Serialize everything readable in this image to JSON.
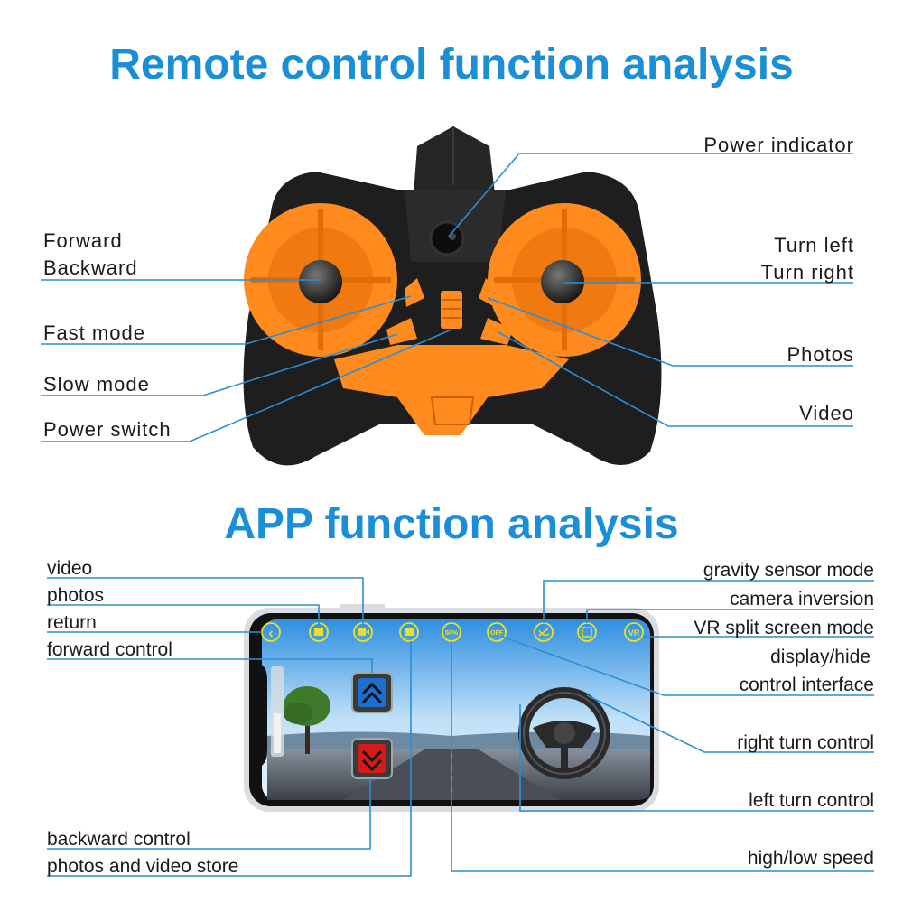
{
  "titles": {
    "remote": "Remote control function analysis",
    "app": "APP function analysis"
  },
  "remote_labels": {
    "power_indicator": "Power indicator",
    "forward": "Forward",
    "backward": "Backward",
    "turn_left": "Turn left",
    "turn_right": "Turn right",
    "fast_mode": "Fast mode",
    "photos": "Photos",
    "slow_mode": "Slow mode",
    "video": "Video",
    "power_switch": "Power switch"
  },
  "app_labels": {
    "video": "video",
    "photos": "photos",
    "return": "return",
    "forward_control": "forward control",
    "backward_control": "backward control",
    "photos_video_store": "photos and video store",
    "gravity_sensor_mode": "gravity sensor mode",
    "camera_inversion": "camera inversion",
    "vr_split_screen_mode": "VR split screen mode",
    "display_hide": "display/hide",
    "control_interface": "control interface",
    "right_turn_control": "right turn control",
    "left_turn_control": "left turn control",
    "high_low_speed": "high/low speed"
  },
  "app_icons": {
    "return": "‹",
    "speed": "50%",
    "off": "OFF",
    "vr": "VR"
  },
  "colors": {
    "accent": "#1a8fd8",
    "leader": "#2a8fd6",
    "orange": "#ff8a1e",
    "body": "#1d1d1d",
    "icon": "#e8e226"
  }
}
